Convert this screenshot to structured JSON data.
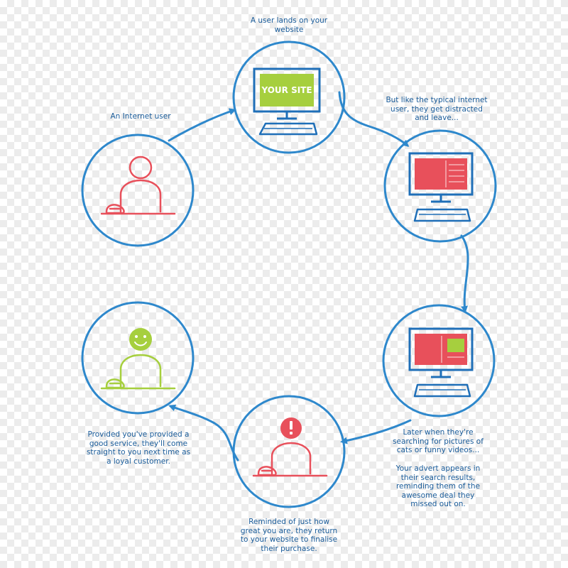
{
  "colors": {
    "ring": "#2e88cc",
    "arrow": "#2e88cc",
    "person": "#e8505b",
    "happy_person": "#a6cf3e",
    "site_screen": "#a6cf3e",
    "monitor": "#1f6fb8",
    "caption": "#1a5c9a"
  },
  "screen": {
    "your_site": "YOUR SITE"
  },
  "steps": [
    {
      "id": "lands",
      "lines": [
        "A user lands on your",
        "website"
      ]
    },
    {
      "id": "distracted",
      "lines": [
        "But like the typical internet",
        "user, they get distracted",
        "and leave..."
      ]
    },
    {
      "id": "searching",
      "lines": [
        "Later when they're",
        "searching for pictures of",
        "cats or funny videos..."
      ]
    },
    {
      "id": "advert",
      "lines": [
        "Your advert appears in",
        "their search results,",
        "reminding them of the",
        "awesome deal they",
        "missed out on."
      ]
    },
    {
      "id": "reminded",
      "lines": [
        "Reminded of just how",
        "great you are, they return",
        "to your website to finalise",
        "their purchase."
      ]
    },
    {
      "id": "loyal",
      "lines": [
        "Provided you've provided a",
        "good service, they'll come",
        "straight to you next time as",
        "a loyal customer."
      ]
    },
    {
      "id": "user",
      "lines": [
        "An Internet user"
      ]
    }
  ],
  "icons": [
    "person-icon",
    "computer-your-site-icon",
    "computer-distracted-icon",
    "computer-advert-icon",
    "alert-person-icon",
    "happy-person-icon"
  ]
}
